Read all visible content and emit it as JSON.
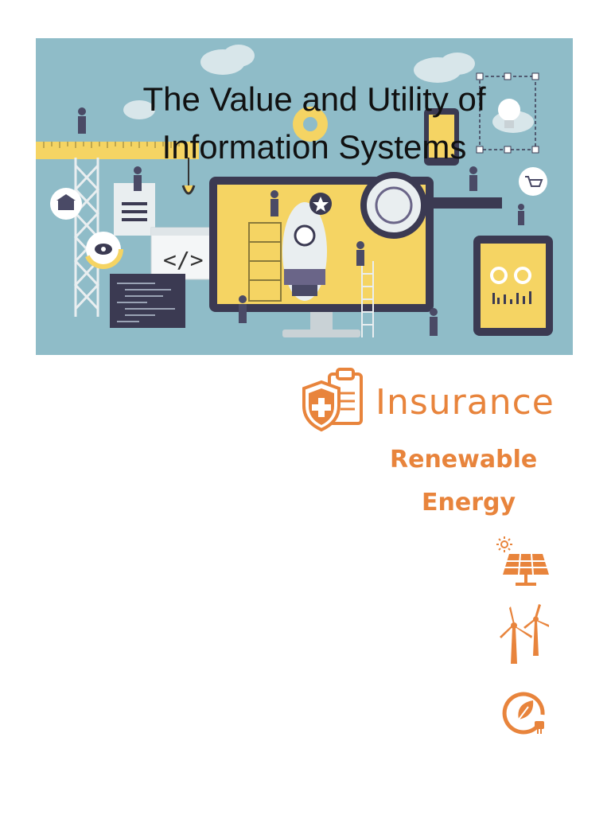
{
  "banner": {
    "title_line_1": "The Value and Utility of",
    "title_line_2": "Information Systems",
    "background_color": "#8fbcc8"
  },
  "sections": {
    "insurance_label": "Insurance",
    "renewable_label_line_1": "Renewable",
    "renewable_label_line_2": "Energy"
  },
  "icons": {
    "insurance": "shield-cross-clipboard-icon",
    "solar": "solar-panel-icon",
    "wind": "wind-turbine-icon",
    "eco": "leaf-plug-icon"
  },
  "colors": {
    "accent": "#e8843c",
    "banner_yellow": "#f5d463",
    "banner_dark": "#3b3a52"
  }
}
